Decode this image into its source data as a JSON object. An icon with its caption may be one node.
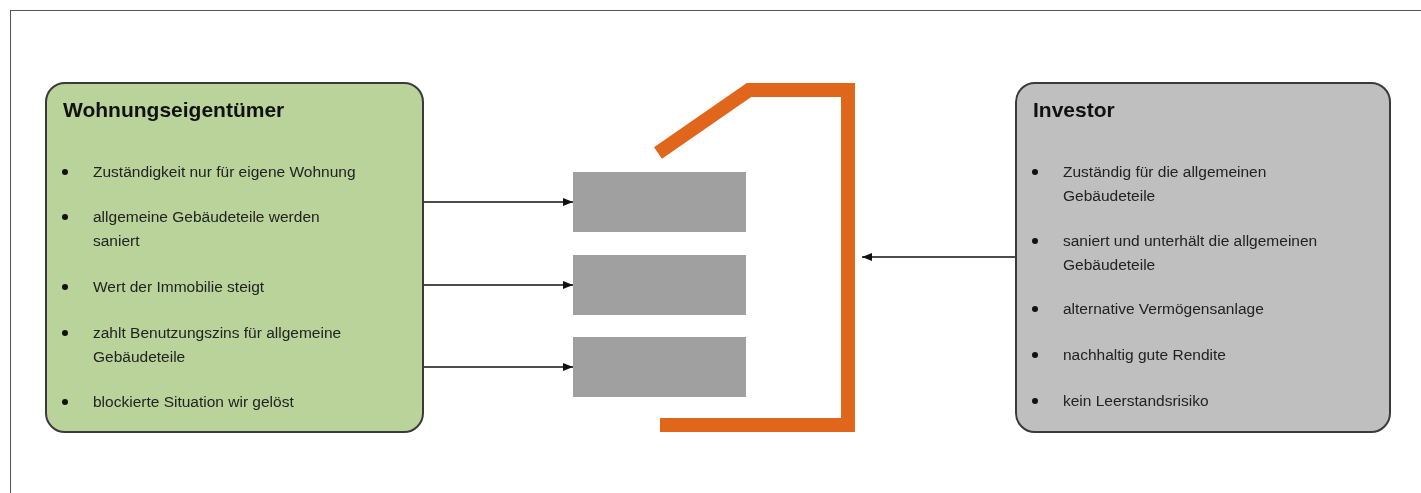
{
  "diagram": {
    "nodes": [
      {
        "text": [
          "Wohnungseigentümer",
          "Zuständigkeit nur für eigene Wohnung",
          "allgemeine Gebäudeteile werden saniert",
          "Wert der Immobilie steigt",
          "zahlt Benutzungszins für allgemeine Gebäudeteile",
          "blockierte Situation wir gelöst"
        ]
      },
      {
        "text": [],
        "shape": "bar"
      },
      {
        "text": [],
        "shape": "bar"
      },
      {
        "text": [],
        "shape": "bar"
      },
      {
        "text": [],
        "shape": "picture"
      },
      {
        "text": [
          "Investor",
          "Zuständig für die allgemeinen Gebäudeteile",
          "saniert und unterhält die allgemeinen Gebäudeteile",
          "alternative Vermögensanlage",
          "nachhaltig gute Rendite",
          "kein Leerstandsrisiko"
        ]
      }
    ],
    "edges": [
      {
        "from": 0,
        "to": 1,
        "arrow": "to"
      },
      {
        "from": 0,
        "to": 2,
        "arrow": "to"
      },
      {
        "from": 0,
        "to": 3,
        "arrow": "to"
      },
      {
        "from": 5,
        "to": 4,
        "arrow": "to"
      }
    ]
  }
}
